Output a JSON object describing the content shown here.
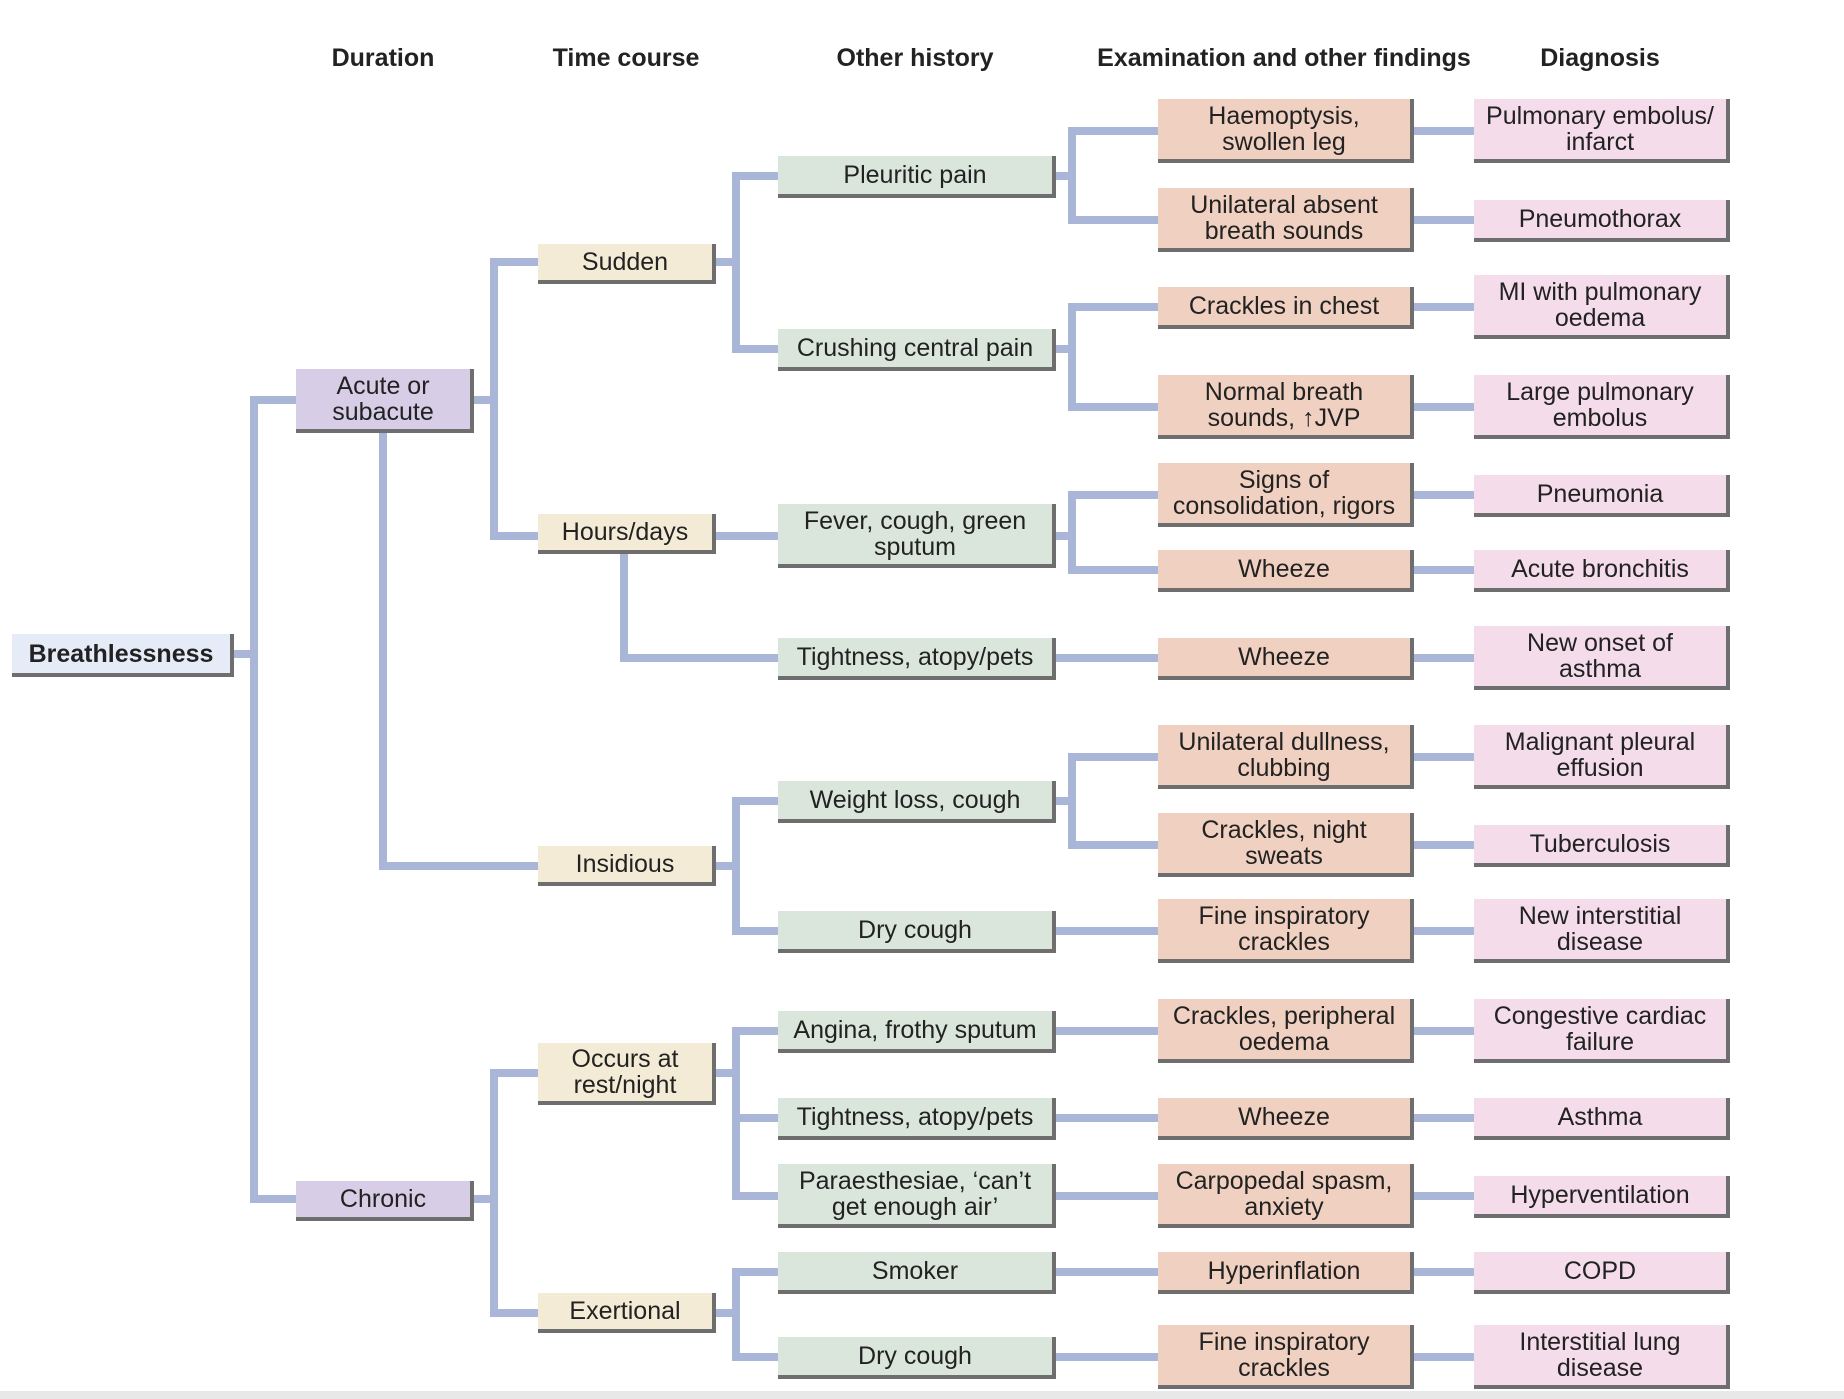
{
  "headers": {
    "duration": "Duration",
    "time_course": "Time course",
    "other_history": "Other history",
    "examination": "Examination and other findings",
    "diagnosis": "Diagnosis"
  },
  "colors": {
    "connector": "#a9b6d8",
    "root": "#e6ecf7",
    "duration": "#d7cde6",
    "time_course": "#f4ebd6",
    "other_history": "#dae6dc",
    "examination": "#f0d0c0",
    "diagnosis": "#f4dcea"
  },
  "root": "Breathlessness",
  "duration": {
    "acute": "Acute or\nsubacute",
    "chronic": "Chronic"
  },
  "time_course": {
    "sudden": "Sudden",
    "hours_days": "Hours/days",
    "insidious": "Insidious",
    "rest_night": "Occurs at\nrest/night",
    "exertional": "Exertional"
  },
  "history": {
    "pleuritic": "Pleuritic pain",
    "crushing": "Crushing central pain",
    "fever": "Fever, cough, green\nsputum",
    "tightness1": "Tightness, atopy/pets",
    "weight_loss": "Weight loss, cough",
    "dry_cough1": "Dry cough",
    "angina": "Angina, frothy sputum",
    "tightness2": "Tightness, atopy/pets",
    "paraesthesiae": "Paraesthesiae, ‘can’t\nget enough air’",
    "smoker": "Smoker",
    "dry_cough2": "Dry cough"
  },
  "exam": {
    "haemoptysis": "Haemoptysis,\nswollen leg",
    "unilateral_absent": "Unilateral absent\nbreath sounds",
    "crackles_chest": "Crackles in chest",
    "normal_breath": "Normal breath\nsounds, ↑JVP",
    "consolidation": "Signs of\nconsolidation, rigors",
    "wheeze1": "Wheeze",
    "wheeze2": "Wheeze",
    "dullness": "Unilateral dullness,\nclubbing",
    "night_sweats": "Crackles, night\nsweats",
    "fine_crackles1": "Fine inspiratory\ncrackles",
    "peripheral_oedema": "Crackles, peripheral\noedema",
    "wheeze3": "Wheeze",
    "carpopedal": "Carpopedal spasm,\nanxiety",
    "hyperinflation": "Hyperinflation",
    "fine_crackles2": "Fine inspiratory\ncrackles"
  },
  "diagnosis": {
    "pe_infarct": "Pulmonary embolus/\ninfarct",
    "pneumothorax": "Pneumothorax",
    "mi_oedema": "MI with pulmonary\noedema",
    "large_pe": "Large pulmonary\nembolus",
    "pneumonia": "Pneumonia",
    "acute_bronchitis": "Acute bronchitis",
    "new_asthma": "New onset of\nasthma",
    "malignant_effusion": "Malignant pleural\neffusion",
    "tuberculosis": "Tuberculosis",
    "interstitial_new": "New interstitial\ndisease",
    "ccf": "Congestive cardiac\nfailure",
    "asthma": "Asthma",
    "hyperventilation": "Hyperventilation",
    "copd": "COPD",
    "interstitial_lung": "Interstitial lung\ndisease"
  }
}
